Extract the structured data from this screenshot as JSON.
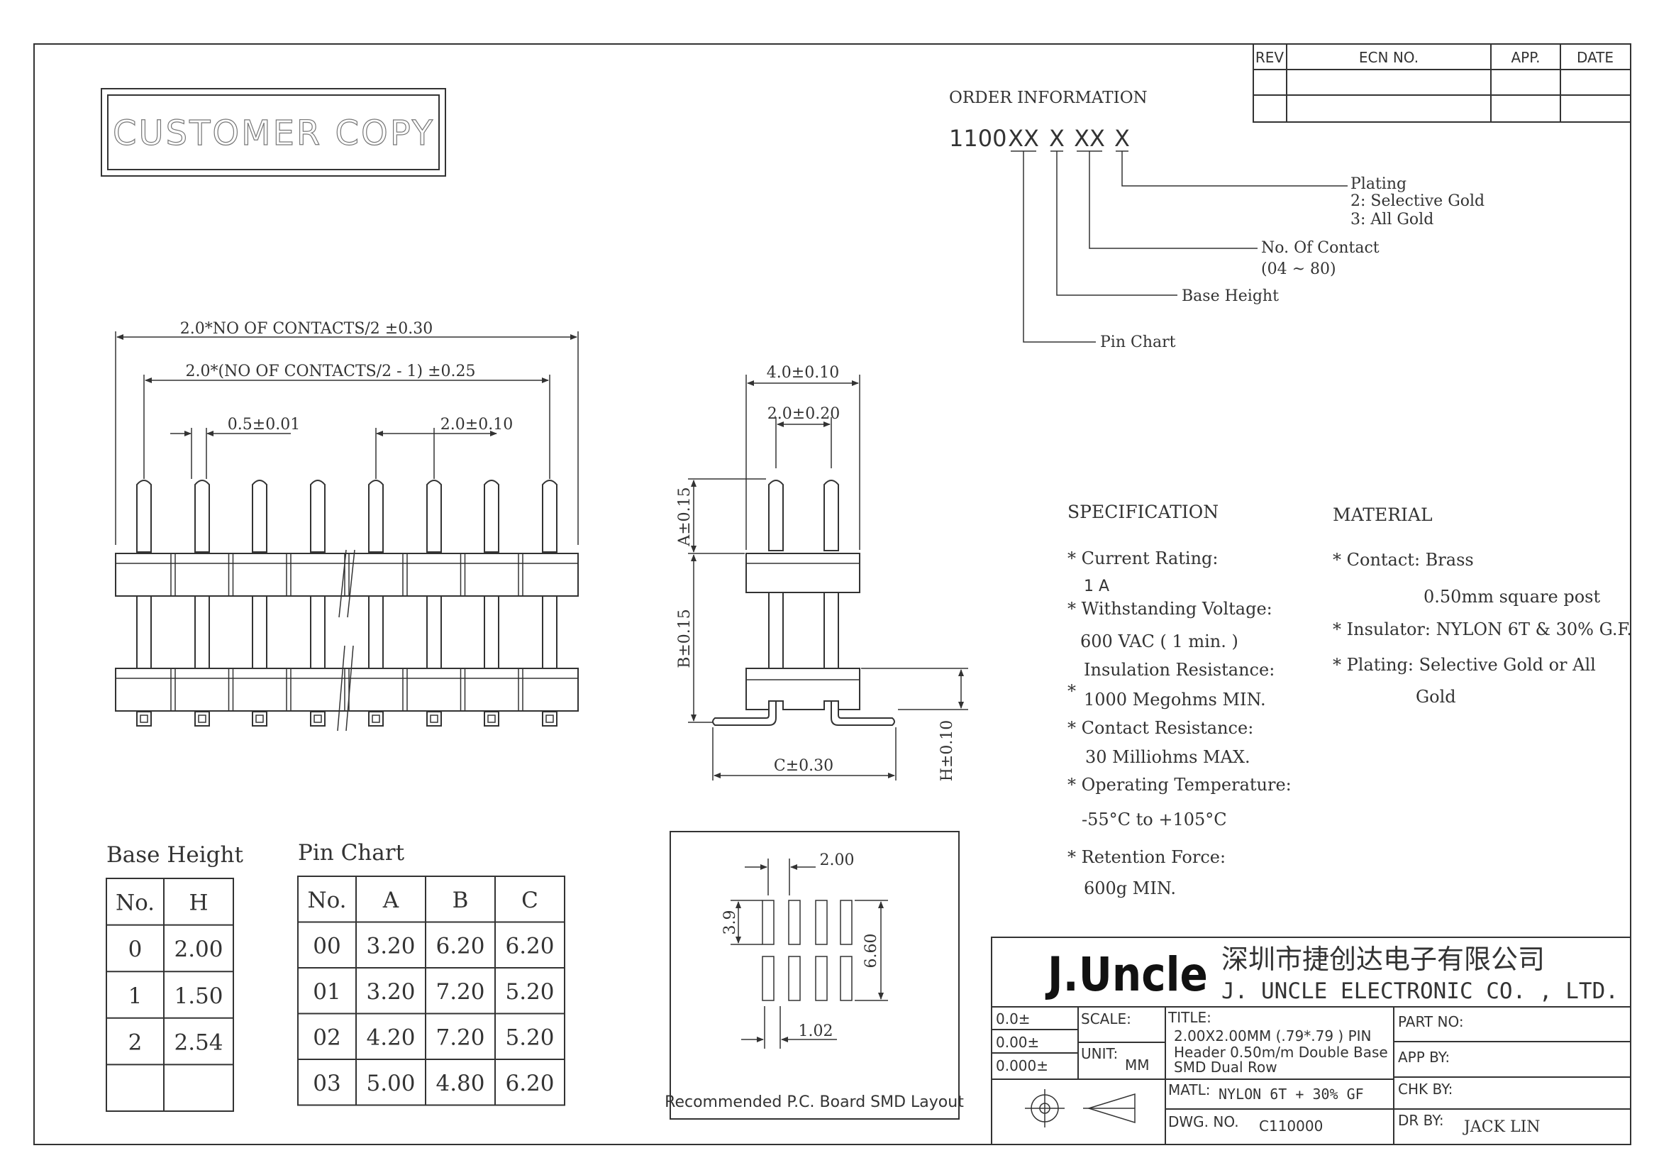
{
  "stamp": "CUSTOMER COPY",
  "revision_block": {
    "headers": [
      "REV",
      "ECN NO.",
      "APP.",
      "DATE"
    ]
  },
  "order_info": {
    "title": "ORDER INFORMATION",
    "base": "1100",
    "codes": [
      "XX",
      "X",
      "XX",
      "X"
    ],
    "plating": [
      "Plating",
      "2: Selective Gold",
      "3: All Gold"
    ],
    "contacts": [
      "No. Of Contact",
      "(04 ~ 80)"
    ],
    "base_height": "Base Height",
    "pin_chart": "Pin Chart"
  },
  "front_view": {
    "dim_total": "2.0*NO OF CONTACTS/2 ±0.30",
    "dim_span": "2.0*(NO OF CONTACTS/2 - 1) ±0.25",
    "dim_pin": "0.5±0.01",
    "dim_pitch": "2.0±0.10"
  },
  "side_view": {
    "dim_width": "4.0±0.10",
    "dim_pitch": "2.0±0.20",
    "dim_a": "A±0.15",
    "dim_b": "B±0.15",
    "dim_c": "C±0.30",
    "dim_h": "H±0.10"
  },
  "specification": {
    "title": "SPECIFICATION",
    "lines": [
      "* Current Rating:",
      "1 A",
      "* Withstanding Voltage:",
      "600 VAC ( 1 min. )",
      "Insulation Resistance:",
      "*",
      "1000 Megohms MIN.",
      "* Contact Resistance:",
      "30 Milliohms MAX.",
      "* Operating Temperature:",
      "-55°C to +105°C",
      "* Retention Force:",
      "600g MIN."
    ]
  },
  "material": {
    "title": "MATERIAL",
    "lines": [
      "* Contact: Brass",
      "0.50mm square post",
      "* Insulator: NYLON 6T & 30% G.F.",
      "* Plating: Selective Gold or All",
      "Gold"
    ]
  },
  "base_height_table": {
    "title": "Base Height",
    "headers": [
      "No.",
      "H"
    ],
    "rows": [
      [
        "0",
        "2.00"
      ],
      [
        "1",
        "1.50"
      ],
      [
        "2",
        "2.54"
      ],
      [
        "",
        ""
      ]
    ]
  },
  "pin_chart_table": {
    "title": "Pin Chart",
    "headers": [
      "No.",
      "A",
      "B",
      "C"
    ],
    "rows": [
      [
        "00",
        "3.20",
        "6.20",
        "6.20"
      ],
      [
        "01",
        "3.20",
        "7.20",
        "5.20"
      ],
      [
        "02",
        "4.20",
        "7.20",
        "5.20"
      ],
      [
        "03",
        "5.00",
        "4.80",
        "6.20"
      ]
    ]
  },
  "pcb_layout": {
    "dim_pitch": "2.00",
    "dim_pad_len": "3.9",
    "dim_total": "6.60",
    "dim_pad_w": "1.02",
    "caption": "Recommended P.C. Board SMD Layout"
  },
  "title_block": {
    "logo": "J.Uncle",
    "company_cn": "深圳市捷创达电子有限公司",
    "company_en": "J. UNCLE  ELECTRONIC  CO. , LTD.",
    "tolerances": [
      "0.0±",
      "0.00±",
      "0.000±"
    ],
    "scale_label": "SCALE:",
    "unit_label": "UNIT:",
    "unit_value": "MM",
    "title_label": "TITLE:",
    "title_lines": [
      "2.00X2.00MM  (.79*.79 ) PIN",
      "Header 0.50m/m Double Base",
      "SMD Dual Row"
    ],
    "part_no_label": "PART NO:",
    "app_by_label": "APP BY:",
    "chk_by_label": "CHK BY:",
    "dr_by_label": "DR BY:",
    "dr_by_value": "JACK LIN",
    "matl_label": "MATL:",
    "matl_value": "NYLON 6T + 30% GF",
    "dwg_no_label": "DWG. NO.",
    "dwg_no_value": "C110000"
  }
}
